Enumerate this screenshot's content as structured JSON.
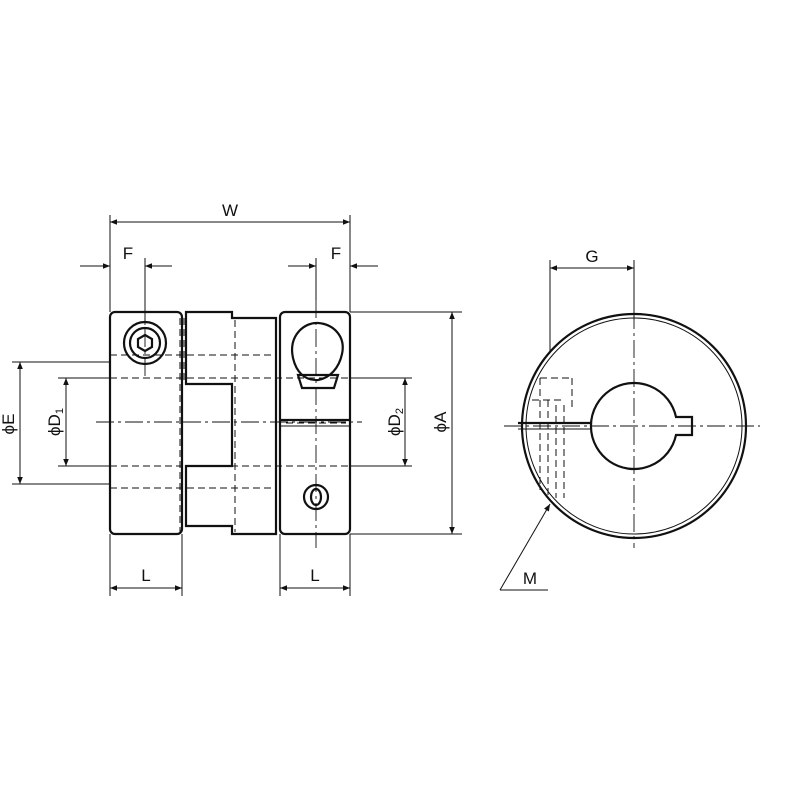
{
  "labels": {
    "W": "W",
    "F_left": "F",
    "F_right": "F",
    "L_left": "L",
    "L_right": "L",
    "E_phi": "ϕ",
    "E": "E",
    "D1_phi": "ϕ",
    "D1": "D",
    "D1_sub": "1",
    "D2_phi": "ϕ",
    "D2": "D",
    "D2_sub": "2",
    "A_phi": "ϕ",
    "A": "A",
    "G": "G",
    "M": "M"
  }
}
